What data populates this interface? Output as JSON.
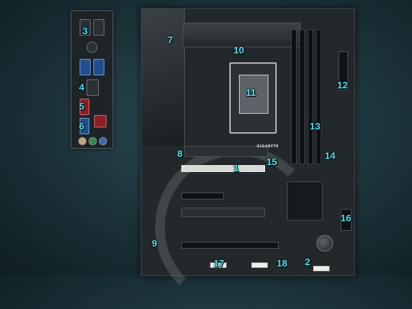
{
  "diagram": {
    "callouts": [
      {
        "id": "c3",
        "label": "3"
      },
      {
        "id": "c4",
        "label": "4"
      },
      {
        "id": "c5",
        "label": "5"
      },
      {
        "id": "c6",
        "label": "6"
      },
      {
        "id": "c7",
        "label": "7"
      },
      {
        "id": "c10",
        "label": "10"
      },
      {
        "id": "c11",
        "label": "11"
      },
      {
        "id": "c12",
        "label": "12"
      },
      {
        "id": "c13",
        "label": "13"
      },
      {
        "id": "c14",
        "label": "14"
      },
      {
        "id": "c8",
        "label": "8"
      },
      {
        "id": "c15",
        "label": "15"
      },
      {
        "id": "c1",
        "label": "1"
      },
      {
        "id": "c16",
        "label": "16"
      },
      {
        "id": "c9",
        "label": "9"
      },
      {
        "id": "c17",
        "label": "17"
      },
      {
        "id": "c18",
        "label": "18"
      },
      {
        "id": "c2",
        "label": "2"
      }
    ],
    "board_brand": "GIGABYTE",
    "callout_color": "#45e6f4"
  }
}
